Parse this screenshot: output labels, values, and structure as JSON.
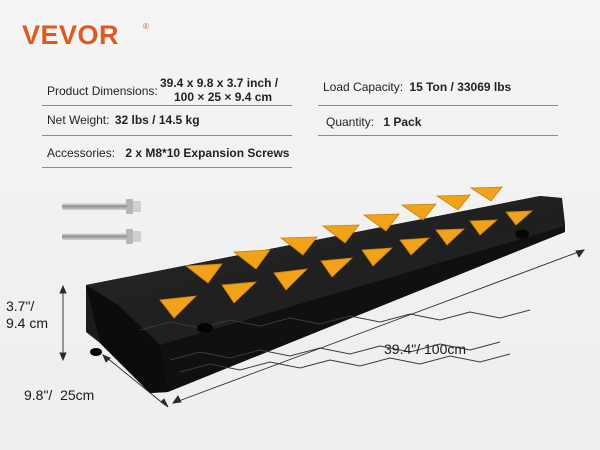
{
  "brand": {
    "name": "VEVOR",
    "reg": "®"
  },
  "specs": {
    "product_dimensions": {
      "label": "Product Dimensions:",
      "value_line1": "39.4 x 9.8 x 3.7 inch /",
      "value_line2": "100 × 25 × 9.4 cm"
    },
    "load_capacity": {
      "label": "Load Capacity:",
      "value": "15 Ton / 33069 lbs"
    },
    "net_weight": {
      "label": "Net Weight:",
      "value": "32 lbs / 14.5 kg"
    },
    "quantity": {
      "label": "Quantity:",
      "value": "1 Pack"
    },
    "accessories": {
      "label": "Accessories:",
      "value": "2 x M8*10 Expansion Screws"
    }
  },
  "dimensions": {
    "height_line1": "3.7\"/",
    "height_line2": "9.4 cm",
    "length": "39.4\"/ 100cm",
    "width": "9.8\"/  25cm"
  },
  "colors": {
    "brand": "#e05a1f",
    "ramp_body": "#151515",
    "reflector": "#f0a21a"
  }
}
